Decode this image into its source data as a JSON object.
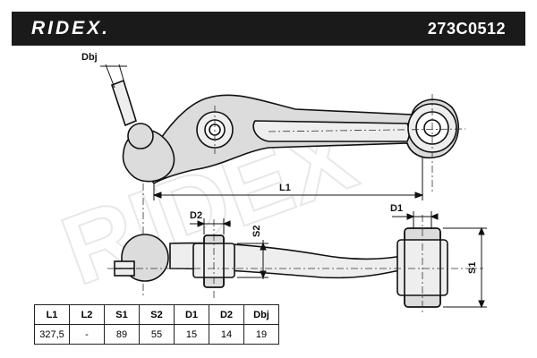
{
  "header": {
    "brand": "RIDEX.",
    "part_number": "273C0512"
  },
  "dimension_labels": {
    "dbj": "Dbj",
    "l1": "L1",
    "d2": "D2",
    "s2": "S2",
    "d1": "D1",
    "s1": "S1"
  },
  "spec_table": {
    "headers": [
      "L1",
      "L2",
      "S1",
      "S2",
      "D1",
      "D2",
      "Dbj"
    ],
    "values": [
      "327,5",
      "-",
      "89",
      "55",
      "15",
      "14",
      "19"
    ]
  },
  "colors": {
    "header_bg": "#1a1a1a",
    "part_fill": "#dcdcdc",
    "line": "#111111"
  }
}
